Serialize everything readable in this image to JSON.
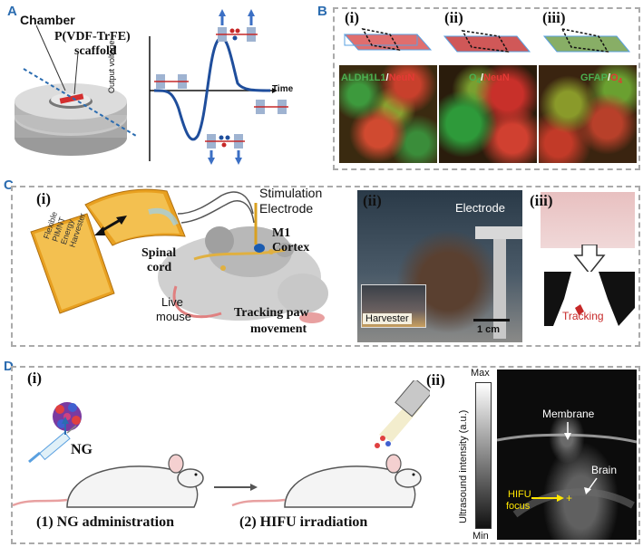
{
  "panelA": {
    "label": "A",
    "chamber": "Chamber",
    "scaffold_line1": "P(VDF-TrFE)",
    "scaffold_line2": "scaffold",
    "ylabel": "Output voltage",
    "xlabel": "Time"
  },
  "panelB": {
    "label": "B",
    "sub_i": "(i)",
    "sub_ii": "(ii)",
    "sub_iii": "(iii)",
    "stain_i_a": "ALDH1L1",
    "stain_i_b": "NeuN",
    "stain_ii_a": "O",
    "stain_ii_sub": "4",
    "stain_ii_b": "NeuN",
    "stain_iii_a": "GFAP",
    "stain_iii_b": "O",
    "stain_iii_sub": "4",
    "slash": "/"
  },
  "panelC": {
    "label": "C",
    "sub_i": "(i)",
    "sub_ii": "(ii)",
    "sub_iii": "(iii)",
    "stim_line1": "Stimulation",
    "stim_line2": "Electrode",
    "m1_line1": "M1",
    "m1_line2": "Cortex",
    "spinal_line1": "Spinal",
    "spinal_line2": "cord",
    "live_line1": "Live",
    "live_line2": "mouse",
    "tracking_line1": "Tracking paw",
    "tracking_line2": "movement",
    "harvester_line1": "Flexible",
    "harvester_line2": "PIMNT",
    "harvester_line3": "Energy",
    "harvester_line4": "Harvester",
    "photo_electrode": "Electrode",
    "photo_harvester": "Harvester",
    "scale": "1 cm",
    "tracking": "Tracking"
  },
  "panelD": {
    "label": "D",
    "sub_i": "(i)",
    "sub_ii": "(ii)",
    "ng": "NG",
    "step1": "(1) NG administration",
    "step2": "(2) HIFU irradiation",
    "colorbar_max": "Max",
    "colorbar_min": "Min",
    "colorbar_label": "Ultrasound intensity (a.u.)",
    "membrane": "Membrane",
    "brain": "Brain",
    "hifu_line1": "HIFU",
    "hifu_line2": "focus"
  },
  "colors": {
    "panel_label": "#2b6cb0",
    "wave": "#1f4e9c",
    "green_stain": "#4caf50",
    "red_stain": "#e53935",
    "gold": "#e0a020",
    "hifu_yellow": "#ffe600"
  }
}
